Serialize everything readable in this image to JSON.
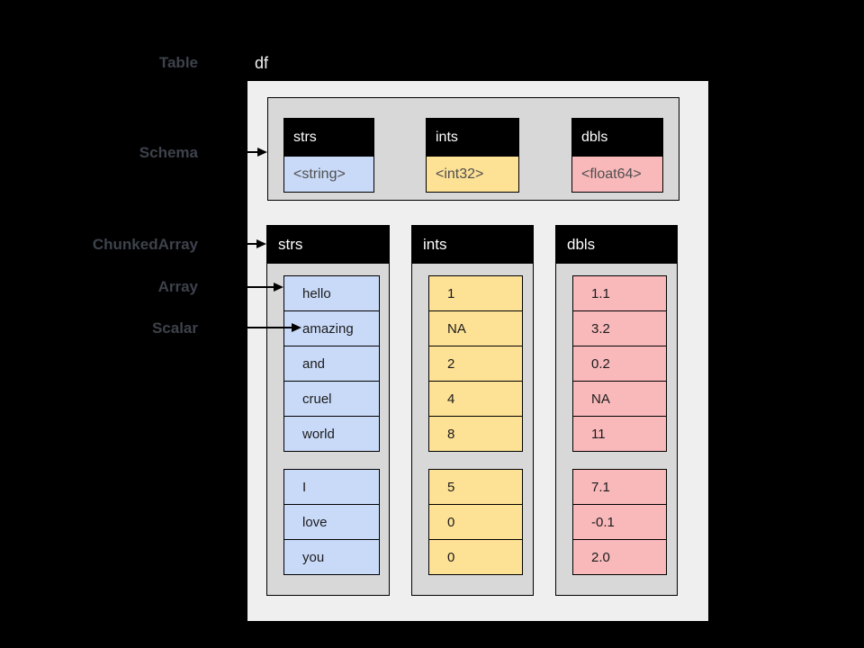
{
  "labels": {
    "table": "Table",
    "schema": "Schema",
    "chunked_array": "ChunkedArray",
    "array": "Array",
    "scalar": "Scalar"
  },
  "table": {
    "name": "df",
    "schema": {
      "fields": [
        {
          "name": "strs",
          "type": "<string>",
          "color": "#c9daf8"
        },
        {
          "name": "ints",
          "type": "<int32>",
          "color": "#fde195"
        },
        {
          "name": "dbls",
          "type": "<float64>",
          "color": "#f9b9bb"
        }
      ]
    },
    "columns": [
      {
        "name": "strs",
        "color": "#c9daf8",
        "chunks": [
          [
            "hello",
            "amazing",
            "and",
            "cruel",
            "world"
          ],
          [
            "I",
            "love",
            "you"
          ]
        ]
      },
      {
        "name": "ints",
        "color": "#fde195",
        "chunks": [
          [
            "1",
            "NA",
            "2",
            "4",
            "8"
          ],
          [
            "5",
            "0",
            "0"
          ]
        ]
      },
      {
        "name": "dbls",
        "color": "#f9b9bb",
        "chunks": [
          [
            "1.1",
            "3.2",
            "0.2",
            "NA",
            "11"
          ],
          [
            "7.1",
            "-0.1",
            "2.0"
          ]
        ]
      }
    ]
  },
  "colors": {
    "background": "#000000",
    "table_box": "#efefef",
    "panel_gray": "#d8d8d8",
    "header_black": "#000000",
    "string_blue": "#c9daf8",
    "int_yellow": "#fde195",
    "float_pink": "#f9b9bb",
    "label_gray": "#3d424b"
  }
}
